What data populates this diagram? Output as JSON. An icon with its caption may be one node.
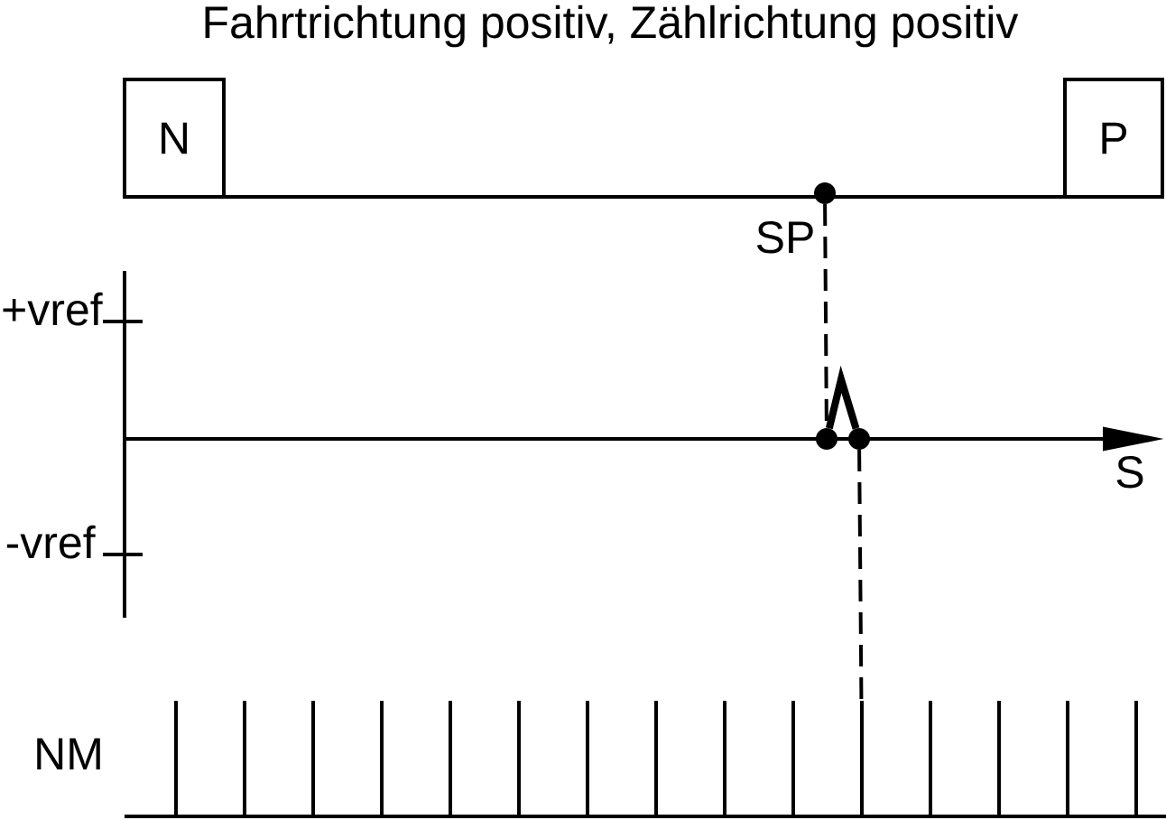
{
  "diagram": {
    "title": "Fahrtrichtung positiv, Zählrichtung positiv",
    "nodes": [
      {
        "text": [
          "N"
        ]
      },
      {
        "text": [
          "P"
        ]
      },
      {
        "text": [],
        "shape": "circle",
        "beside": [
          "SP"
        ]
      },
      {
        "text": [],
        "shape": "circle"
      },
      {
        "text": [],
        "shape": "circle"
      },
      {
        "text": [],
        "shape": "bar"
      },
      {
        "text": [],
        "shape": "bar"
      },
      {
        "text": [],
        "shape": "bar"
      },
      {
        "text": [],
        "shape": "bar"
      },
      {
        "text": [],
        "shape": "bar"
      },
      {
        "text": [],
        "shape": "bar"
      },
      {
        "text": [],
        "shape": "bar"
      },
      {
        "text": [],
        "shape": "bar"
      },
      {
        "text": [],
        "shape": "bar"
      },
      {
        "text": [],
        "shape": "bar"
      },
      {
        "text": [],
        "shape": "bar"
      },
      {
        "text": [],
        "shape": "bar"
      },
      {
        "text": [],
        "shape": "bar"
      },
      {
        "text": [],
        "shape": "bar"
      },
      {
        "text": [],
        "shape": "bar"
      }
    ],
    "edges": [
      {
        "from": 0,
        "to": 1,
        "arrow": "none"
      },
      {
        "from": 2,
        "to": 3,
        "arrow": "none",
        "style": "dashed"
      },
      {
        "from": 3,
        "to": 4,
        "arrow": "none",
        "style": "thick"
      },
      {
        "from": 4,
        "to": 15,
        "arrow": "none",
        "style": "dashed"
      }
    ],
    "labels": [
      "+vref",
      "S",
      "-vref",
      "NM"
    ]
  }
}
